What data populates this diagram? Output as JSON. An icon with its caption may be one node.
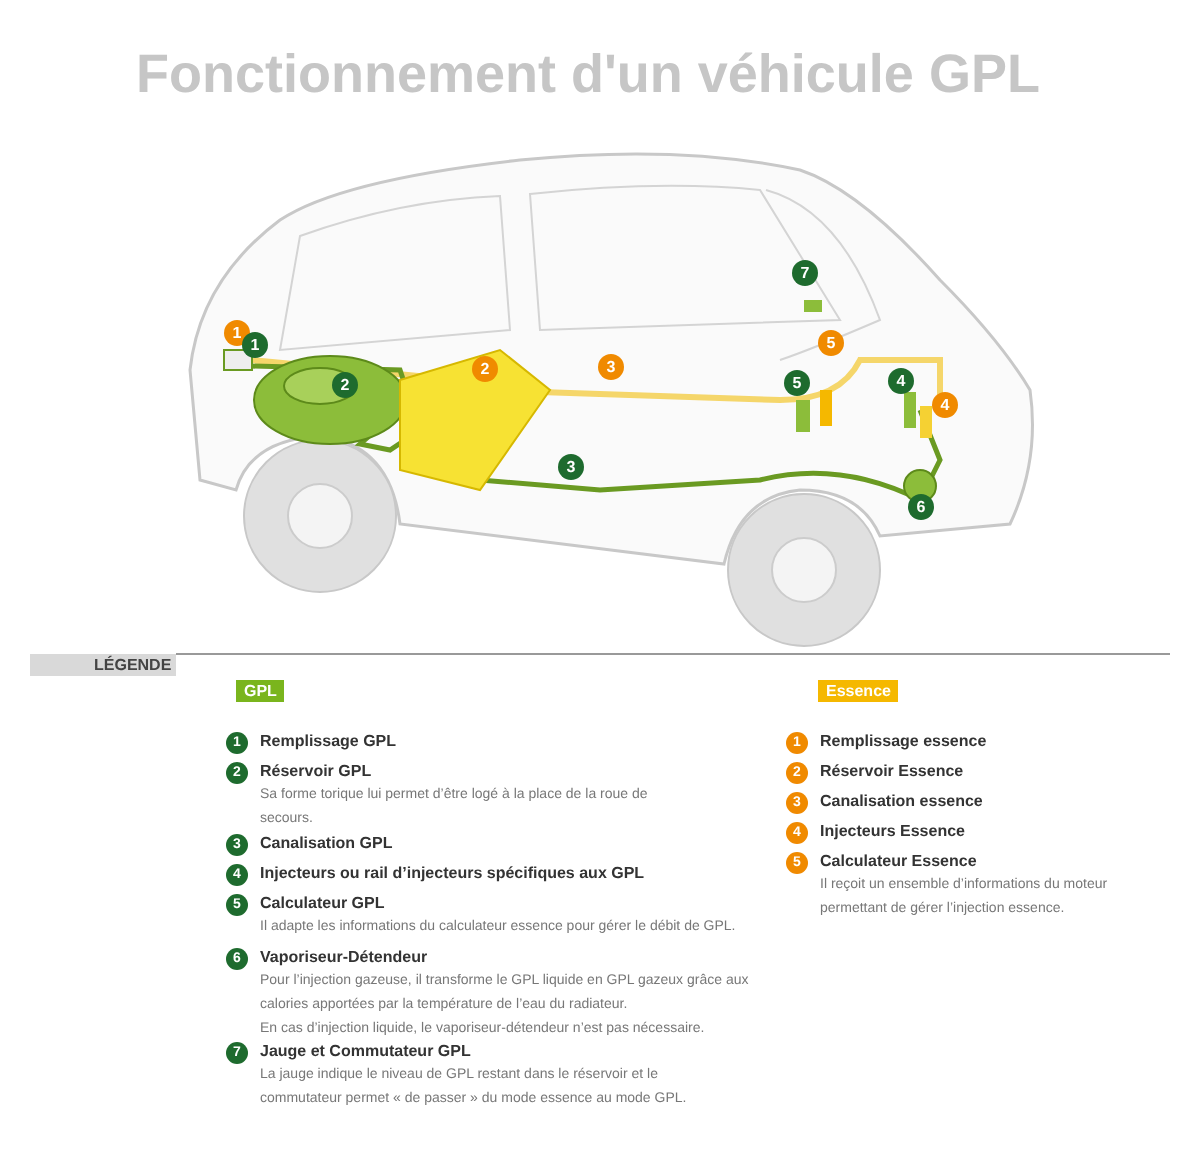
{
  "diagram": {
    "title": "Fonctionnement d'un véhicule GPL",
    "labels": [
      "1",
      "1",
      "2",
      "2",
      "3",
      "3",
      "7",
      "5",
      "5",
      "4",
      "4",
      "6",
      "LÉGENDE",
      "GPL",
      "1",
      "Remplissage GPL",
      "2",
      "Réservoir GPL",
      "Sa forme torique lui permet d’être logé à la place de la roue de secours.",
      "3",
      "Canalisation GPL",
      "4",
      "Injecteurs ou rail d’injecteurs spécifiques aux GPL",
      "5",
      "Calculateur GPL",
      "Il adapte les informations du calculateur essence pour gérer le débit de GPL.",
      "6",
      "Vaporiseur-Détendeur",
      "Pour l’injection gazeuse, il transforme le GPL liquide en GPL gazeux grâce aux calories apportées par la température de l’eau du radiateur.",
      "En cas d’injection liquide, le vaporiseur-détendeur n’est pas nécessaire.",
      "7",
      "Jauge et Commutateur GPL",
      "La jauge indique le niveau de GPL restant dans le réservoir et le commutateur permet « de passer » du mode essence au mode GPL.",
      "Essence",
      "1",
      "Remplissage essence",
      "2",
      "Réservoir Essence",
      "3",
      "Canalisation essence",
      "4",
      "Injecteurs Essence",
      "5",
      "Calculateur Essence",
      "Il reçoit un ensemble d’informations du moteur permettant de gérer l’injection essence."
    ]
  }
}
